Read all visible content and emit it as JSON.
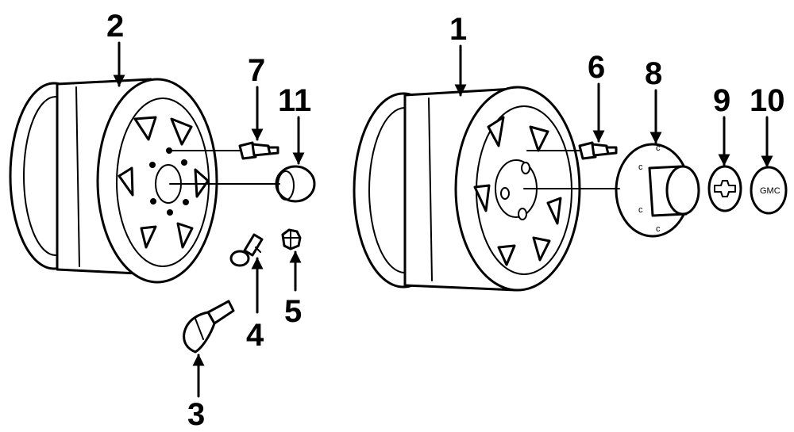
{
  "callouts": {
    "c1": "1",
    "c2": "2",
    "c3": "3",
    "c4": "4",
    "c5": "5",
    "c6": "6",
    "c7": "7",
    "c8": "8",
    "c9": "9",
    "c10": "10",
    "c11": "11"
  },
  "emblem_text": "GMC"
}
